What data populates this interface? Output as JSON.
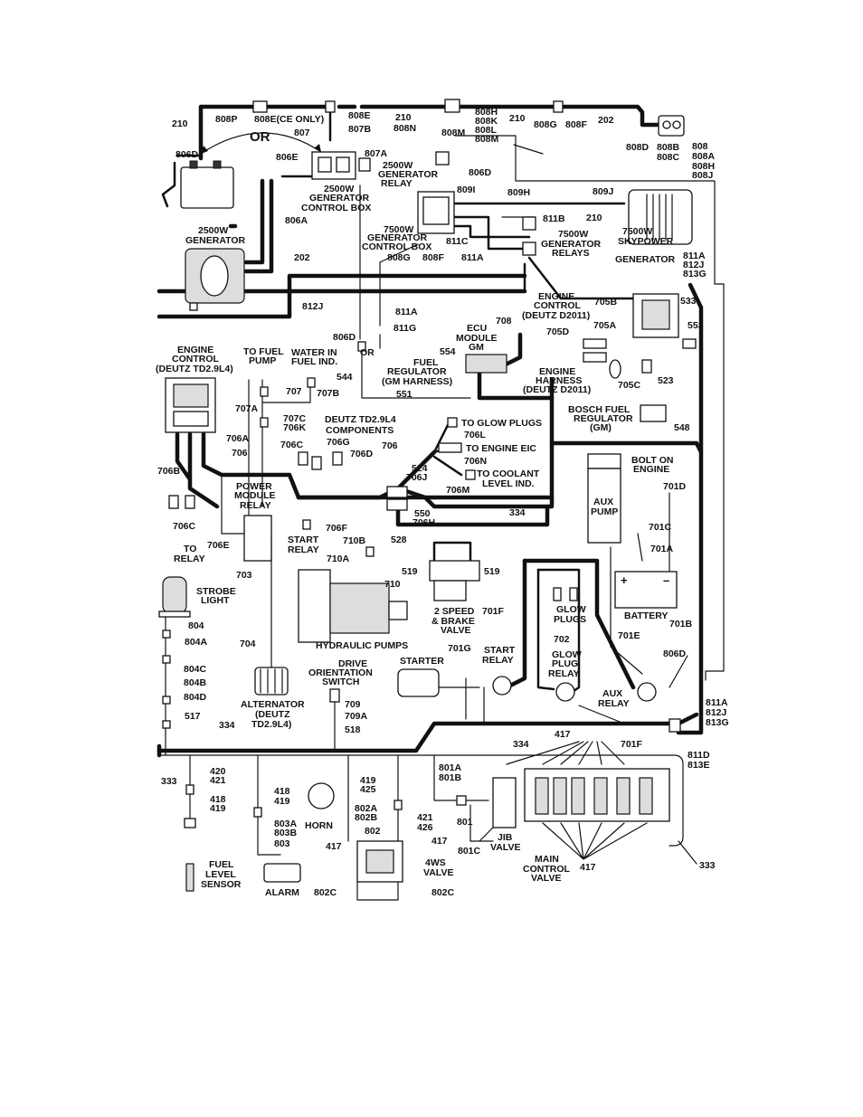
{
  "labels": {
    "lbl_210_a": "210",
    "lbl_808P": "808P",
    "lbl_808E_ce": "808E(CE ONLY)",
    "lbl_808E": "808E",
    "lbl_807B_top": "807B",
    "lbl_807": "807",
    "lbl_210_b": "210",
    "lbl_808N": "808N",
    "lbl_808H_top": "808H",
    "lbl_808K_top": "808K",
    "lbl_808L_top": "808L",
    "lbl_808M_top": "808M",
    "lbl_808M_b": "808M",
    "lbl_210_c": "210",
    "lbl_808G_top": "808G",
    "lbl_808F_top": "808F",
    "lbl_202_top": "202",
    "lbl_806D_a": "806D",
    "lbl_OR_a": "OR",
    "lbl_806E": "806E",
    "lbl_807A": "807A",
    "lbl_2500W_relay": "2500W",
    "lbl_generator_relay_a": "GENERATOR",
    "lbl_relay_a": "RELAY",
    "lbl_806D_b": "806D",
    "lbl_808D": "808D",
    "lbl_808B": "808B",
    "lbl_808C": "808C",
    "lbl_808": "808",
    "lbl_808A": "808A",
    "lbl_808H": "808H",
    "lbl_808J": "808J",
    "lbl_2500W_cb": "2500W",
    "lbl_generator_cb": "GENERATOR",
    "lbl_control_box": "CONTROL BOX",
    "lbl_806A": "806A",
    "lbl_809I": "809I",
    "lbl_809H": "809H",
    "lbl_809J": "809J",
    "lbl_2500W_gen": "2500W",
    "lbl_generator_gen": "GENERATOR",
    "lbl_811B": "811B",
    "lbl_210_d": "210",
    "lbl_7500W_cb": "7500W",
    "lbl_generator_cb2": "GENERATOR",
    "lbl_control_box2": "CONTROL BOX",
    "lbl_811C": "811C",
    "lbl_7500W_relays": "7500W",
    "lbl_generator_relays": "GENERATOR",
    "lbl_relays": "RELAYS",
    "lbl_7500W_sky": "7500W",
    "lbl_skypower": "SKYPOWER",
    "lbl_generator_sky": "GENERATOR",
    "lbl_202_mid": "202",
    "lbl_808G": "808G",
    "lbl_808F": "808F",
    "lbl_811A_top": "811A",
    "lbl_811A_r": "811A",
    "lbl_812J_r": "812J",
    "lbl_813G_r": "813G",
    "lbl_812J_mid": "812J",
    "lbl_engine_ctrl_r1": "ENGINE",
    "lbl_engine_ctrl_r2": "CONTROL",
    "lbl_engine_ctrl_r3": "(DEUTZ D2011)",
    "lbl_705B": "705B",
    "lbl_533": "533",
    "lbl_811A_mid": "811A",
    "lbl_708": "708",
    "lbl_806D_c": "806D",
    "lbl_811G": "811G",
    "lbl_ecu1": "ECU",
    "lbl_ecu2": "MODULE",
    "lbl_ecu3": "GM",
    "lbl_705A": "705A",
    "lbl_553": "553",
    "lbl_705D": "705D",
    "lbl_engine_ctrl_l1": "ENGINE",
    "lbl_engine_ctrl_l2": "CONTROL",
    "lbl_engine_ctrl_l3": "(DEUTZ TD2.9L4)",
    "lbl_to_fuel_pump1": "TO FUEL",
    "lbl_to_fuel_pump2": "PUMP",
    "lbl_water1": "WATER IN",
    "lbl_water2": "FUEL IND.",
    "lbl_OR_b": "OR",
    "lbl_554": "554",
    "lbl_fuel_reg1": "FUEL",
    "lbl_fuel_reg2": "REGULATOR",
    "lbl_fuel_reg3": "(GM HARNESS)",
    "lbl_544": "544",
    "lbl_engine_harness1": "ENGINE",
    "lbl_engine_harness2": "HARNESS",
    "lbl_engine_harness3": "(DEUTZ D2011)",
    "lbl_705C": "705C",
    "lbl_523": "523",
    "lbl_707": "707",
    "lbl_707B": "707B",
    "lbl_551": "551",
    "lbl_707A": "707A",
    "lbl_bosch1": "BOSCH FUEL",
    "lbl_bosch2": "REGULATOR",
    "lbl_bosch3": "(GM)",
    "lbl_548": "548",
    "lbl_707C": "707C",
    "lbl_706K": "706K",
    "lbl_deutz_comp1": "DEUTZ TD2.9L4",
    "lbl_deutz_comp2": "COMPONENTS",
    "lbl_to_glow": "TO GLOW PLUGS",
    "lbl_706L": "706L",
    "lbl_706A": "706A",
    "lbl_706G": "706G",
    "lbl_706C_top": "706C",
    "lbl_706D": "706D",
    "lbl_706_a": "706",
    "lbl_to_engine_eic": "TO ENGINE EIC",
    "lbl_706_b": "706",
    "lbl_706N": "706N",
    "lbl_bolt_on1": "BOLT ON",
    "lbl_bolt_on2": "ENGINE",
    "lbl_706B": "706B",
    "lbl_524": "524",
    "lbl_706J": "706J",
    "lbl_to_coolant1": "TO COOLANT",
    "lbl_to_coolant2": "LEVEL IND.",
    "lbl_701D": "701D",
    "lbl_power_module1": "POWER",
    "lbl_power_module2": "MODULE",
    "lbl_power_module3": "RELAY",
    "lbl_706M": "706M",
    "lbl_aux_pump1": "AUX",
    "lbl_aux_pump2": "PUMP",
    "lbl_550": "550",
    "lbl_706H": "706H",
    "lbl_706C": "706C",
    "lbl_706F": "706F",
    "lbl_334_a": "334",
    "lbl_701C": "701C",
    "lbl_706E": "706E",
    "lbl_start_relay1": "START",
    "lbl_start_relay2": "RELAY",
    "lbl_710B": "710B",
    "lbl_528": "528",
    "lbl_701A": "701A",
    "lbl_to_relay1": "TO",
    "lbl_to_relay2": "RELAY",
    "lbl_710A": "710A",
    "lbl_703": "703",
    "lbl_519_a": "519",
    "lbl_519_b": "519",
    "lbl_710": "710",
    "lbl_plus": "+",
    "lbl_minus": "–",
    "lbl_strobe1": "STROBE",
    "lbl_strobe2": "LIGHT",
    "lbl_battery": "BATTERY",
    "lbl_two_speed1": "2 SPEED",
    "lbl_two_speed2": "& BRAKE",
    "lbl_two_speed3": "VALVE",
    "lbl_701F_a": "701F",
    "lbl_glow_plugs1": "GLOW",
    "lbl_glow_plugs2": "PLUGS",
    "lbl_701B": "701B",
    "lbl_804": "804",
    "lbl_702": "702",
    "lbl_804A": "804A",
    "lbl_701E": "701E",
    "lbl_704": "704",
    "lbl_hydraulic": "HYDRAULIC PUMPS",
    "lbl_701G": "701G",
    "lbl_start_relay3": "START",
    "lbl_start_relay4": "RELAY",
    "lbl_glow_relay1": "GLOW",
    "lbl_glow_relay2": "PLUG",
    "lbl_glow_relay3": "RELAY",
    "lbl_806D_d": "806D",
    "lbl_drive1": "DRIVE",
    "lbl_drive2": "ORIENTATION",
    "lbl_drive3": "SWITCH",
    "lbl_starter": "STARTER",
    "lbl_804C": "804C",
    "lbl_804B": "804B",
    "lbl_804D": "804D",
    "lbl_alternator1": "ALTERNATOR",
    "lbl_alternator2": "(DEUTZ",
    "lbl_alternator3": "TD2.9L4)",
    "lbl_709": "709",
    "lbl_709A": "709A",
    "lbl_aux_relay1": "AUX",
    "lbl_aux_relay2": "RELAY",
    "lbl_811A_b": "811A",
    "lbl_812J_b": "812J",
    "lbl_813G_b": "813G",
    "lbl_517": "517",
    "lbl_334_b": "334",
    "lbl_518": "518",
    "lbl_417_a": "417",
    "lbl_334_c": "334",
    "lbl_701F_b": "701F",
    "lbl_811D": "811D",
    "lbl_813E": "813E",
    "lbl_420": "420",
    "lbl_421_a": "421",
    "lbl_333_a": "333",
    "lbl_419_a": "419",
    "lbl_425": "425",
    "lbl_801A": "801A",
    "lbl_801B": "801B",
    "lbl_418_a": "418",
    "lbl_419_b": "419",
    "lbl_418_b": "418",
    "lbl_419_c": "419",
    "lbl_802A": "802A",
    "lbl_802B": "802B",
    "lbl_421_b": "421",
    "lbl_426": "426",
    "lbl_801": "801",
    "lbl_803A": "803A",
    "lbl_803B": "803B",
    "lbl_horn": "HORN",
    "lbl_802": "802",
    "lbl_jib1": "JIB",
    "lbl_jib2": "VALVE",
    "lbl_801C": "801C",
    "lbl_803": "803",
    "lbl_417_b": "417",
    "lbl_417_c": "417",
    "lbl_4ws1": "4WS",
    "lbl_4ws2": "VALVE",
    "lbl_main1": "MAIN",
    "lbl_main2": "CONTROL",
    "lbl_main3": "VALVE",
    "lbl_417_d": "417",
    "lbl_333_b": "333",
    "lbl_fuel_level1": "FUEL",
    "lbl_fuel_level2": "LEVEL",
    "lbl_fuel_level3": "SENSOR",
    "lbl_alarm": "ALARM",
    "lbl_802C_a": "802C",
    "lbl_802C_b": "802C"
  }
}
